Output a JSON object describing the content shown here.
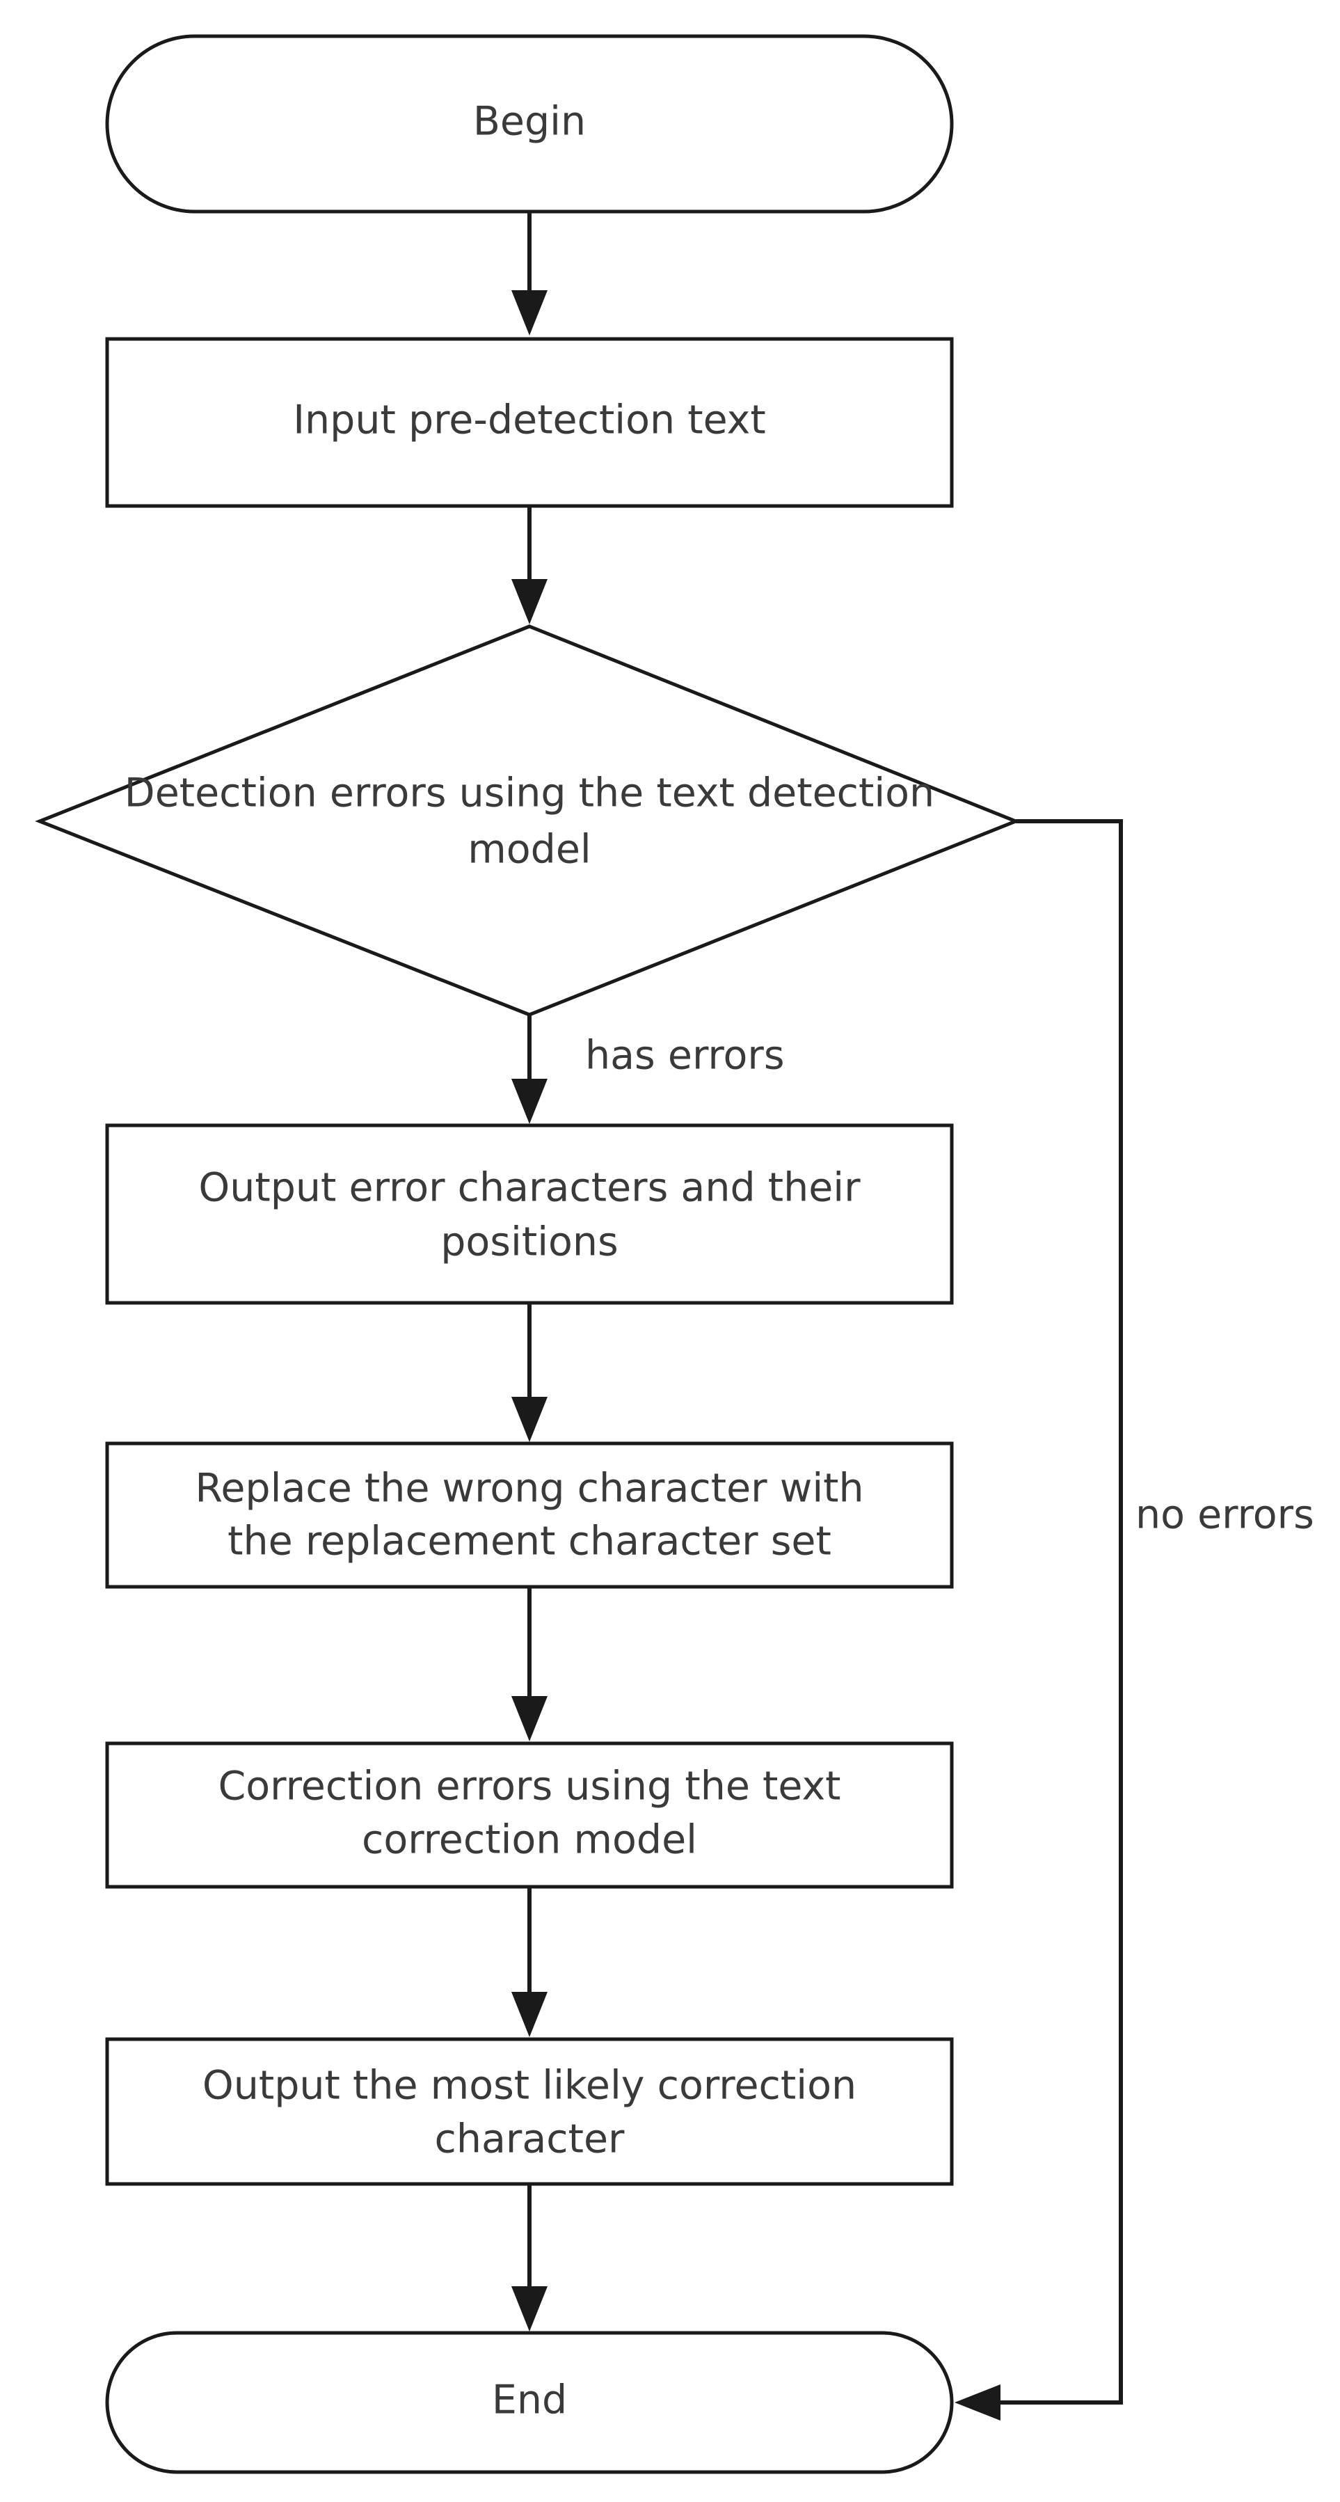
{
  "nodes": {
    "begin": {
      "label": "Begin"
    },
    "input": {
      "label": "Input pre-detection text"
    },
    "detect": {
      "line1": "Detection errors using the text detection",
      "line2": "model"
    },
    "output_errors": {
      "line1": "Output error characters and their",
      "line2": "positions"
    },
    "replace": {
      "line1": "Replace the wrong character with",
      "line2": "the replacement character set"
    },
    "correct": {
      "line1": "Correction errors using the text",
      "line2": "correction model"
    },
    "output_likely": {
      "line1": "Output the most likely correction",
      "line2": "character"
    },
    "end": {
      "label": "End"
    }
  },
  "edges": {
    "has_errors": "has errors",
    "no_errors": "no errors"
  },
  "colors": {
    "stroke": "#1a1a1a",
    "text": "#3a3a3a",
    "background": "#ffffff"
  }
}
